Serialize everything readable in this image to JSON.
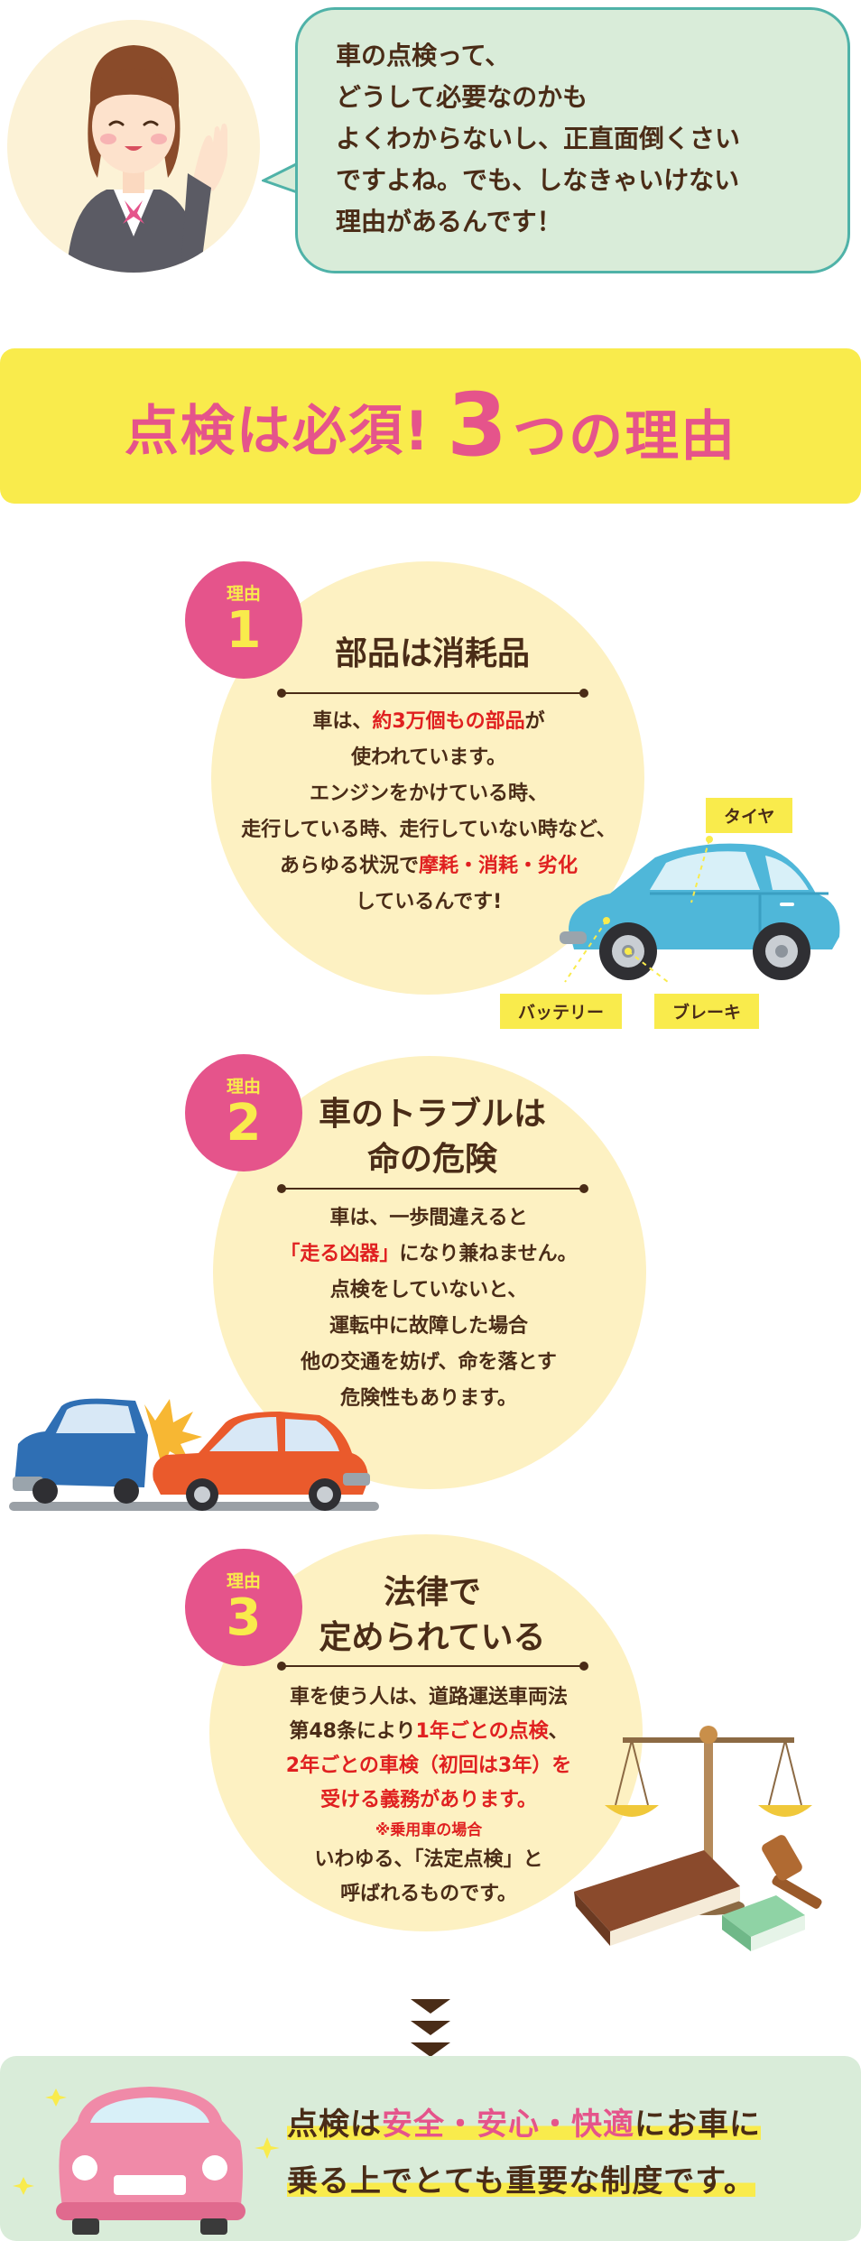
{
  "intro": {
    "speech_lines": [
      "車の点検って、",
      "どうして必要なのかも",
      "よくわからないし、正直面倒くさい",
      "ですよね。でも、しなきゃいけない",
      "理由があるんです！"
    ]
  },
  "banner": {
    "text_before": "点検は必須!",
    "number": "3",
    "text_after": "つの理由"
  },
  "reasons": [
    {
      "badge_label": "理由",
      "badge_number": "1",
      "title_lines": [
        "部品は消耗品"
      ],
      "car_labels": {
        "tire": "タイヤ",
        "battery": "バッテリー",
        "brake": "ブレーキ"
      }
    },
    {
      "badge_label": "理由",
      "badge_number": "2",
      "title_lines": [
        "車のトラブルは",
        "命の危険"
      ]
    },
    {
      "badge_label": "理由",
      "badge_number": "3",
      "title_lines": [
        "法律で",
        "定められている"
      ]
    }
  ],
  "reason1_body": {
    "l1a": "車は、",
    "l1b": "約3万個もの部品",
    "l1c": "が",
    "l2": "使われています。",
    "l3": "エンジンをかけている時、",
    "l4": "走行している時、走行していない時など、",
    "l5a": "あらゆる状況で",
    "l5b": "摩耗・消耗・劣化",
    "l6": "しているんです!"
  },
  "reason2_body": {
    "l1": "車は、一歩間違えると",
    "l2a": "「走る凶器」",
    "l2b": "になり兼ねません。",
    "l3": "点検をしていないと、",
    "l4": "運転中に故障した場合",
    "l5": "他の交通を妨げ、命を落とす",
    "l6": "危険性もあります。"
  },
  "reason3_body": {
    "l1": "車を使う人は、道路運送車両法",
    "l2a": "第48条により",
    "l2b": "1年ごとの点検",
    "l2c": "、",
    "l3": "2年ごとの車検（初回は3年）を",
    "l4": "受ける義務があります。",
    "note": "※乗用車の場合",
    "l5": "いわゆる、「法定点検」と",
    "l6": "呼ばれるものです。"
  },
  "conclusion": {
    "l1a": "点検は",
    "l1b": "安全・安心・快適",
    "l1c": "にお車に",
    "l2": "乗る上でとても重要な制度です。"
  },
  "colors": {
    "brand_pink": "#e5548b",
    "accent_yellow": "#f9eb4c",
    "text_brown": "#4a2c17",
    "alert_red": "#e02020",
    "soft_green": "#d9ecd9",
    "circle_cream": "#fdf1c2"
  }
}
